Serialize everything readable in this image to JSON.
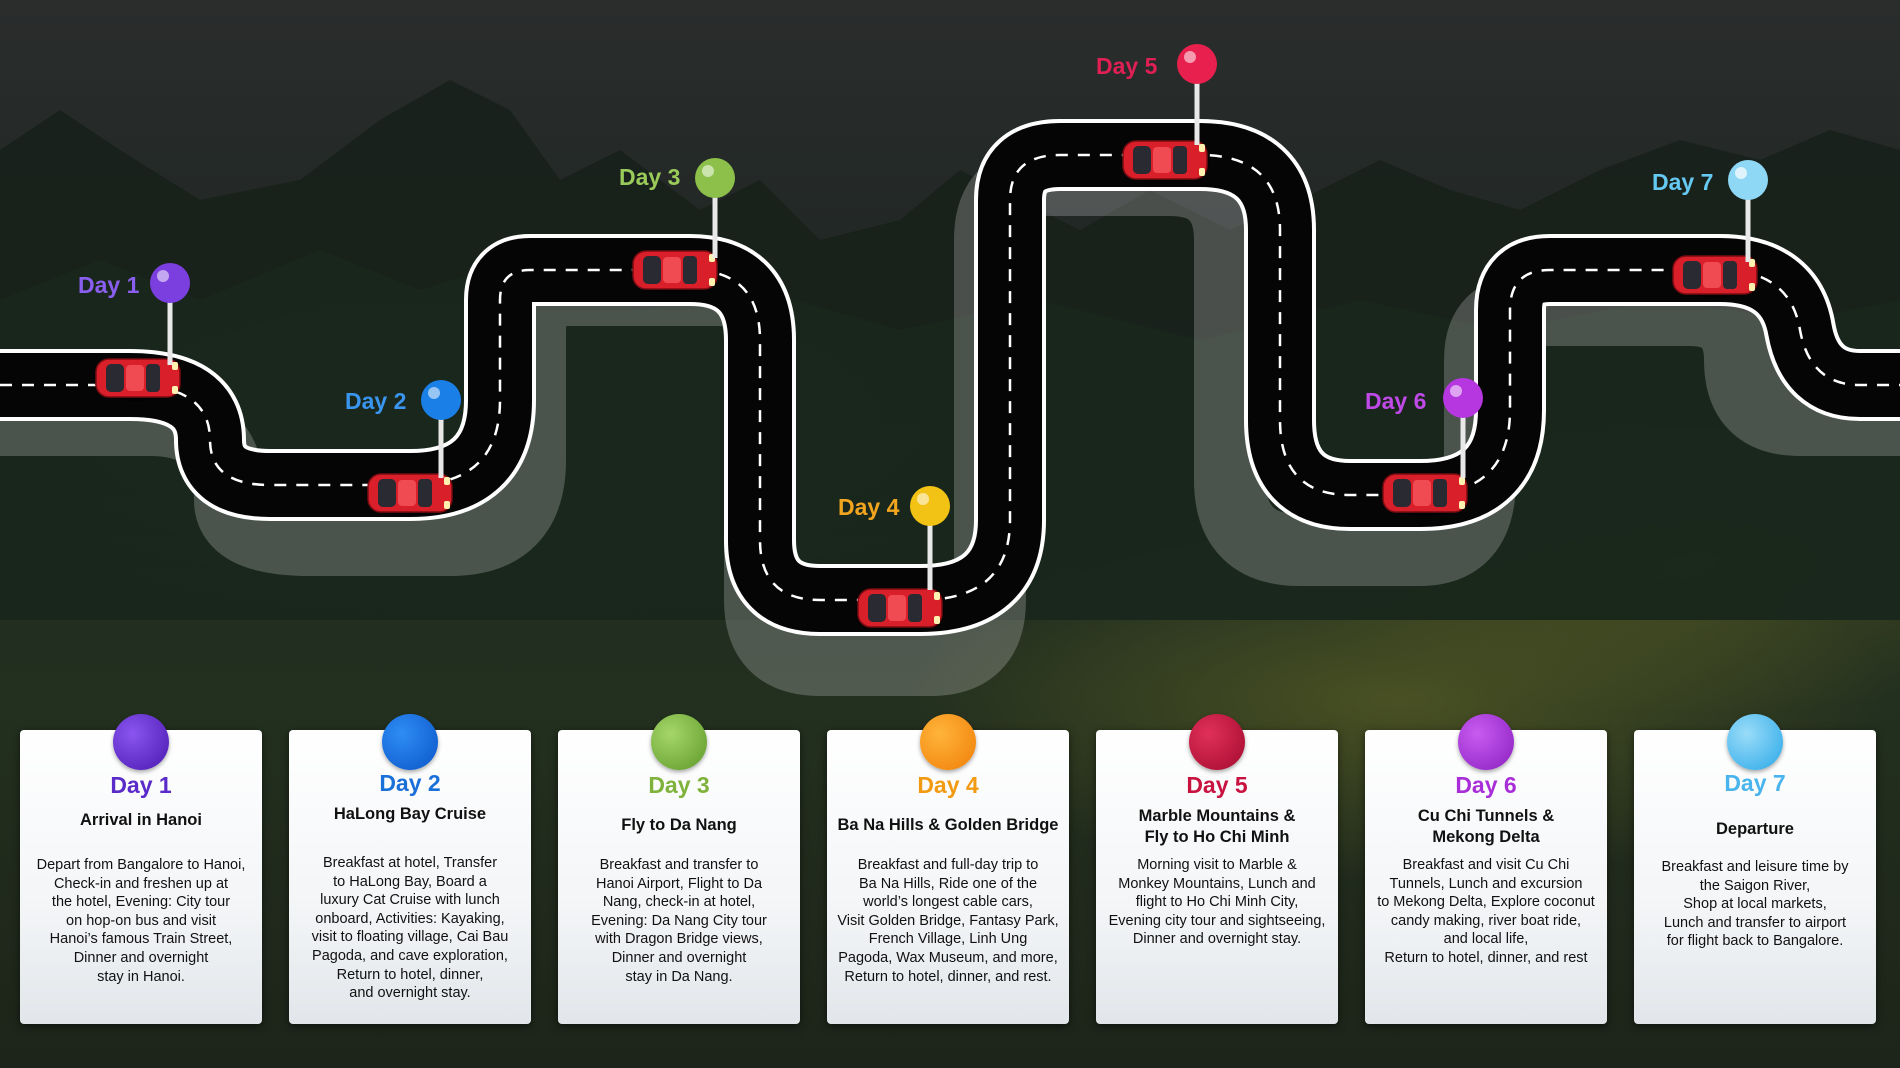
{
  "colors": {
    "day1": "#7b3fe0",
    "day2": "#1a7fe6",
    "day3": "#8cc04a",
    "day4": "#f29a12",
    "day5": "#d4164a",
    "day6": "#b637e0",
    "day7": "#5cc4f2",
    "road": "#050505",
    "road_dash": "#ffffff",
    "car": "#d91f2a"
  },
  "days": [
    {
      "label": "Day 1",
      "title": "Arrival in Hanoi",
      "description": "Depart from Bangalore to Hanoi,\nCheck-in and freshen up at\nthe hotel, Evening: City tour\non hop-on bus and visit\nHanoi’s famous Train Street,\nDinner and overnight\nstay in Hanoi.",
      "color_key": "day1"
    },
    {
      "label": "Day 2",
      "title": "HaLong Bay Cruise",
      "description": "Breakfast at hotel, Transfer\nto HaLong Bay, Board a\nluxury Cat Cruise with lunch\nonboard, Activities: Kayaking,\nvisit to floating village, Cai Bau\nPagoda, and cave exploration,\nReturn to hotel, dinner,\nand overnight stay.",
      "color_key": "day2"
    },
    {
      "label": "Day 3",
      "title": "Fly to Da Nang",
      "description": "Breakfast and transfer to\nHanoi Airport, Flight to Da\nNang, check-in at hotel,\nEvening: Da Nang City tour\nwith Dragon Bridge views,\nDinner and overnight\nstay in Da Nang.",
      "color_key": "day3"
    },
    {
      "label": "Day 4",
      "title": "Ba Na Hills & Golden Bridge",
      "description": "Breakfast and full-day trip to\nBa Na Hills, Ride one of the\nworld’s longest cable cars,\nVisit Golden Bridge, Fantasy Park,\nFrench Village, Linh Ung\nPagoda, Wax Museum, and more,\nReturn to hotel, dinner, and rest.",
      "color_key": "day4"
    },
    {
      "label": "Day 5",
      "title": "Marble Mountains &\nFly to Ho Chi Minh",
      "description": "Morning visit to Marble &\nMonkey Mountains, Lunch and\nflight to Ho Chi Minh City,\nEvening city tour and sightseeing,\nDinner and overnight stay.",
      "color_key": "day5"
    },
    {
      "label": "Day 6",
      "title": "Cu Chi Tunnels &\nMekong Delta",
      "description": "Breakfast and visit Cu Chi\nTunnels, Lunch and excursion\nto Mekong Delta, Explore coconut\ncandy making, river boat ride,\nand local life,\nReturn to hotel, dinner, and rest",
      "color_key": "day6"
    },
    {
      "label": "Day 7",
      "title": "Departure",
      "description": "Breakfast and leisure time by\nthe Saigon River,\nShop at local markets,\nLunch and transfer to airport\nfor flight back to Bangalore.",
      "color_key": "day7"
    }
  ]
}
